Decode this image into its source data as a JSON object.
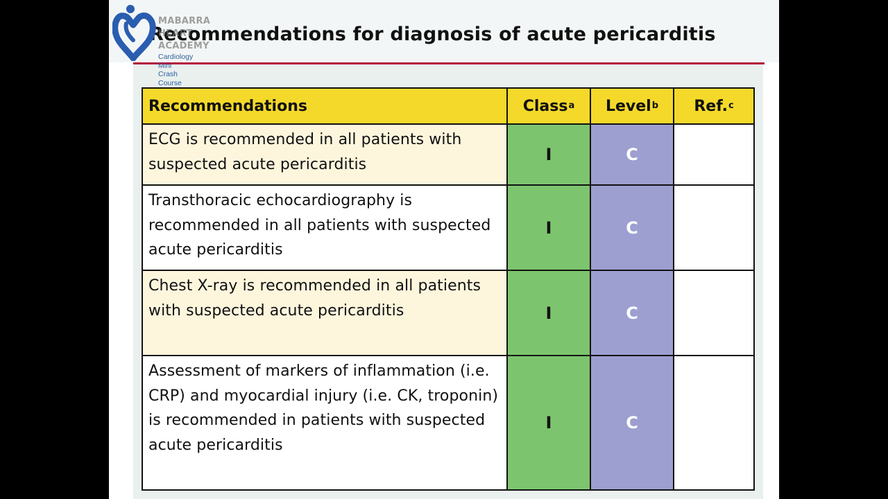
{
  "slide": {
    "title": "Recommendations for diagnosis of acute pericarditis"
  },
  "logo": {
    "brand_lines": [
      "MABARRA",
      "HEART",
      "ACADEMY"
    ],
    "sub_lines": [
      "Cardiology",
      "Mini",
      "Crash",
      "Course"
    ],
    "colors": {
      "heart": "#2a5db0",
      "brand": "#7a7a7a",
      "sub": "#2d5e9e"
    }
  },
  "table": {
    "headers": {
      "recommendations": "Recommendations",
      "class": "Class",
      "class_sup": "a",
      "level": "Level",
      "level_sup": "b",
      "ref": "Ref.",
      "ref_sup": "c"
    },
    "rows": [
      {
        "text": "ECG is recommended in all patients with suspected acute pericarditis",
        "class": "I",
        "level": "C",
        "ref": ""
      },
      {
        "text": "Transthoracic echocardiography is recommended in all patients with suspected acute pericarditis",
        "class": "I",
        "level": "C",
        "ref": ""
      },
      {
        "text": "Chest X-ray is recommended in all patients with suspected acute pericarditis",
        "class": "I",
        "level": "C",
        "ref": ""
      },
      {
        "text": "Assessment of markers of inflammation (i.e. CRP) and myocardial injury (i.e. CK, troponin) is recommended in patients with suspected acute pericarditis",
        "class": "I",
        "level": "C",
        "ref": ""
      }
    ],
    "colors": {
      "header": "#f4d92a",
      "class_cell": "#7dc46f",
      "level_cell": "#9c9fd0",
      "row_alt": "#fdf6dd",
      "title_rule": "#b5123a"
    }
  }
}
